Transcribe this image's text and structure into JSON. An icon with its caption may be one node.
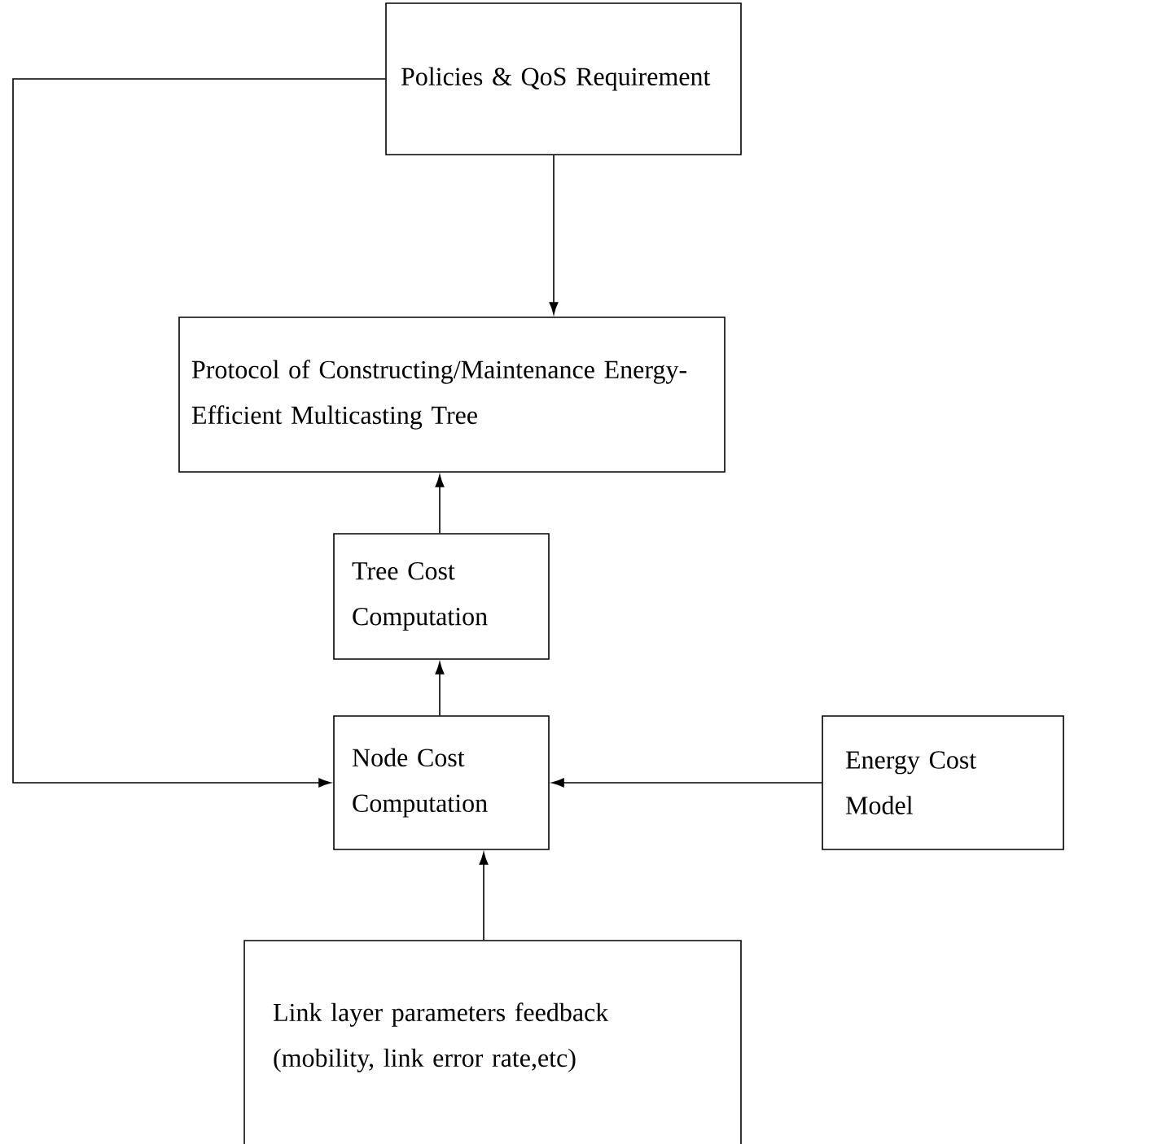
{
  "diagram": {
    "nodes": [
      {
        "text": [
          "Policies & QoS Requirement"
        ]
      },
      {
        "text": [
          "Protocol of Constructing/Maintenance Energy-Efficient Multicasting Tree"
        ]
      },
      {
        "text": [
          "Tree Cost Computation"
        ]
      },
      {
        "text": [
          "Node Cost Computation"
        ]
      },
      {
        "text": [
          "Energy Cost Model"
        ]
      },
      {
        "text": [
          "Link layer parameters feedback (mobility, link error rate,etc)"
        ]
      }
    ],
    "edges": [
      {
        "from": 0,
        "to": 1,
        "arrow": "to"
      },
      {
        "from": 2,
        "to": 1,
        "arrow": "to"
      },
      {
        "from": 3,
        "to": 2,
        "arrow": "to"
      },
      {
        "from": 0,
        "to": 3,
        "arrow": "to"
      },
      {
        "from": 4,
        "to": 3,
        "arrow": "to"
      },
      {
        "from": 5,
        "to": 3,
        "arrow": "to"
      }
    ]
  }
}
